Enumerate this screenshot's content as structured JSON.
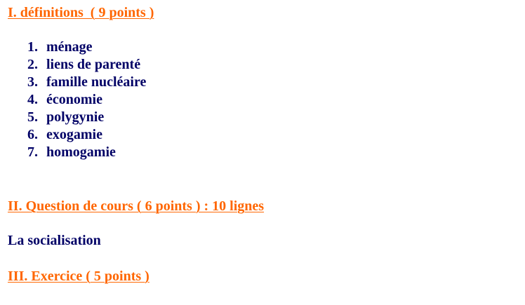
{
  "sections": {
    "definitions": {
      "heading": "I. définitions  ( 9 points )",
      "items": [
        {
          "num": "1.",
          "term": "ménage"
        },
        {
          "num": "2.",
          "term": "liens de parenté"
        },
        {
          "num": "3.",
          "term": "famille nucléaire"
        },
        {
          "num": "4.",
          "term": "économie"
        },
        {
          "num": "5.",
          "term": "polygynie"
        },
        {
          "num": "6.",
          "term": "exogamie"
        },
        {
          "num": "7.",
          "term": "homogamie"
        }
      ]
    },
    "question": {
      "heading": "II. Question de cours ( 6 points ) : 10 lignes",
      "topic": "La socialisation"
    },
    "exercise": {
      "heading": "III. Exercice ( 5 points )"
    }
  },
  "colors": {
    "heading": "#ff6600",
    "body_text": "#000066"
  }
}
